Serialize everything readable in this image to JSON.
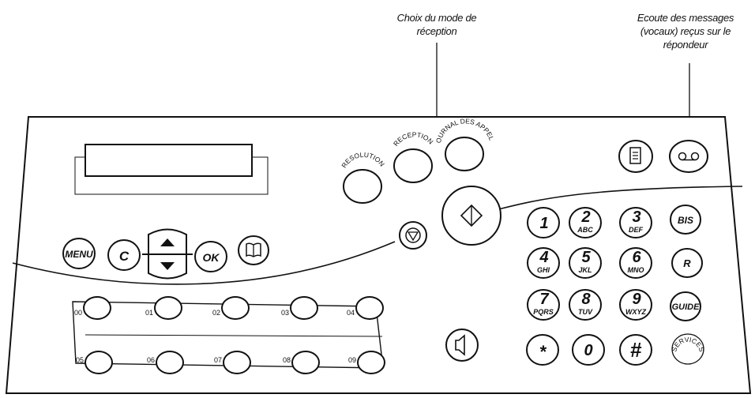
{
  "callouts": {
    "reception_mode": "Choix du mode de\nréception",
    "messages": "Ecoute des messages\n(vocaux) reçus sur le\nrépondeur"
  },
  "buttons": {
    "resolution": "RESOLUTION",
    "reception": "RECEPTION",
    "journal": "JOURNAL DES APPELS",
    "menu": "MENU",
    "c": "C",
    "ok": "OK",
    "bis": "BIS",
    "r": "R",
    "guide": "GUIDE",
    "services": "SERVICES",
    "star": "*",
    "hash": "#"
  },
  "keypad": [
    {
      "digit": "1",
      "letters": ""
    },
    {
      "digit": "2",
      "letters": "ABC"
    },
    {
      "digit": "3",
      "letters": "DEF"
    },
    {
      "digit": "4",
      "letters": "GHI"
    },
    {
      "digit": "5",
      "letters": "JKL"
    },
    {
      "digit": "6",
      "letters": "MNO"
    },
    {
      "digit": "7",
      "letters": "PQRS"
    },
    {
      "digit": "8",
      "letters": "TUV"
    },
    {
      "digit": "9",
      "letters": "WXYZ"
    },
    {
      "digit": "0",
      "letters": ""
    }
  ],
  "speed_dials": [
    "00",
    "01",
    "02",
    "03",
    "04",
    "05",
    "06",
    "07",
    "08",
    "09"
  ]
}
